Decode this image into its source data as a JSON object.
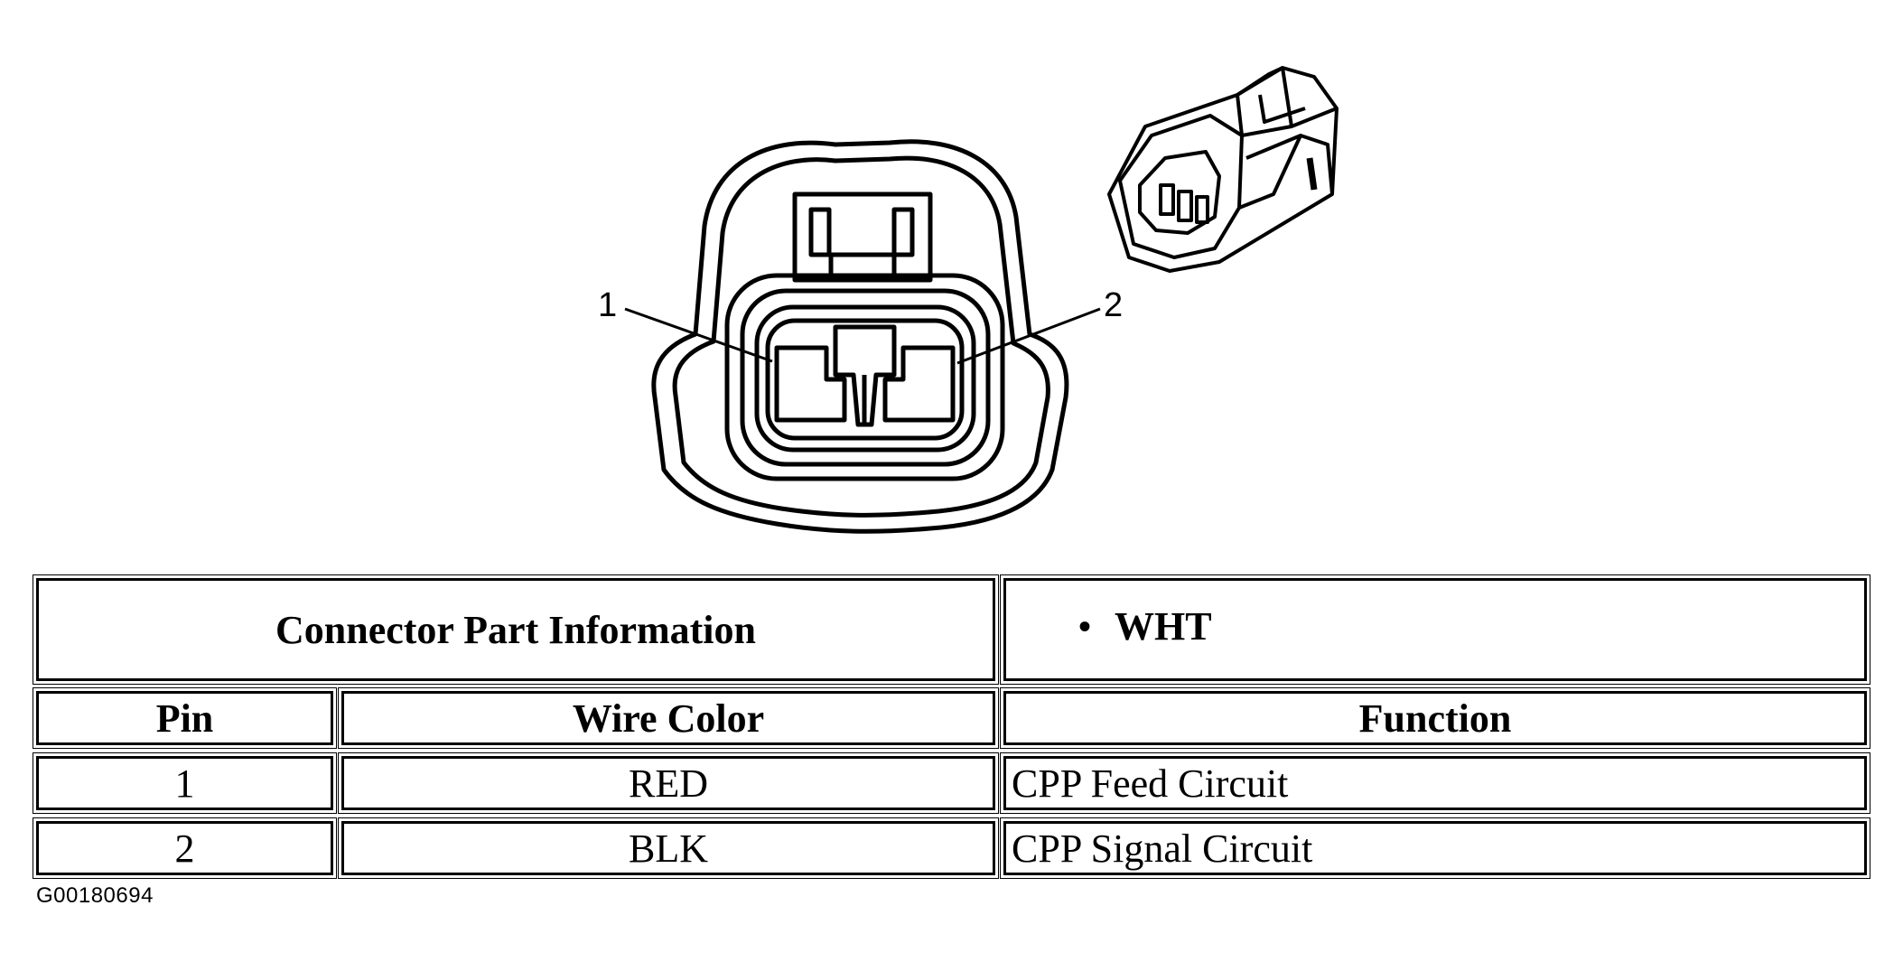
{
  "diagram": {
    "pin_callouts": [
      "1",
      "2"
    ]
  },
  "table": {
    "header": {
      "title": "Connector Part Information",
      "color_bullet": "•",
      "connector_color": "WHT"
    },
    "columns": {
      "pin": "Pin",
      "wire_color": "Wire Color",
      "function": "Function"
    },
    "rows": [
      {
        "pin": "1",
        "wire_color": "RED",
        "function": "CPP Feed Circuit"
      },
      {
        "pin": "2",
        "wire_color": "BLK",
        "function": "CPP Signal Circuit"
      }
    ]
  },
  "figure_id": "G00180694"
}
